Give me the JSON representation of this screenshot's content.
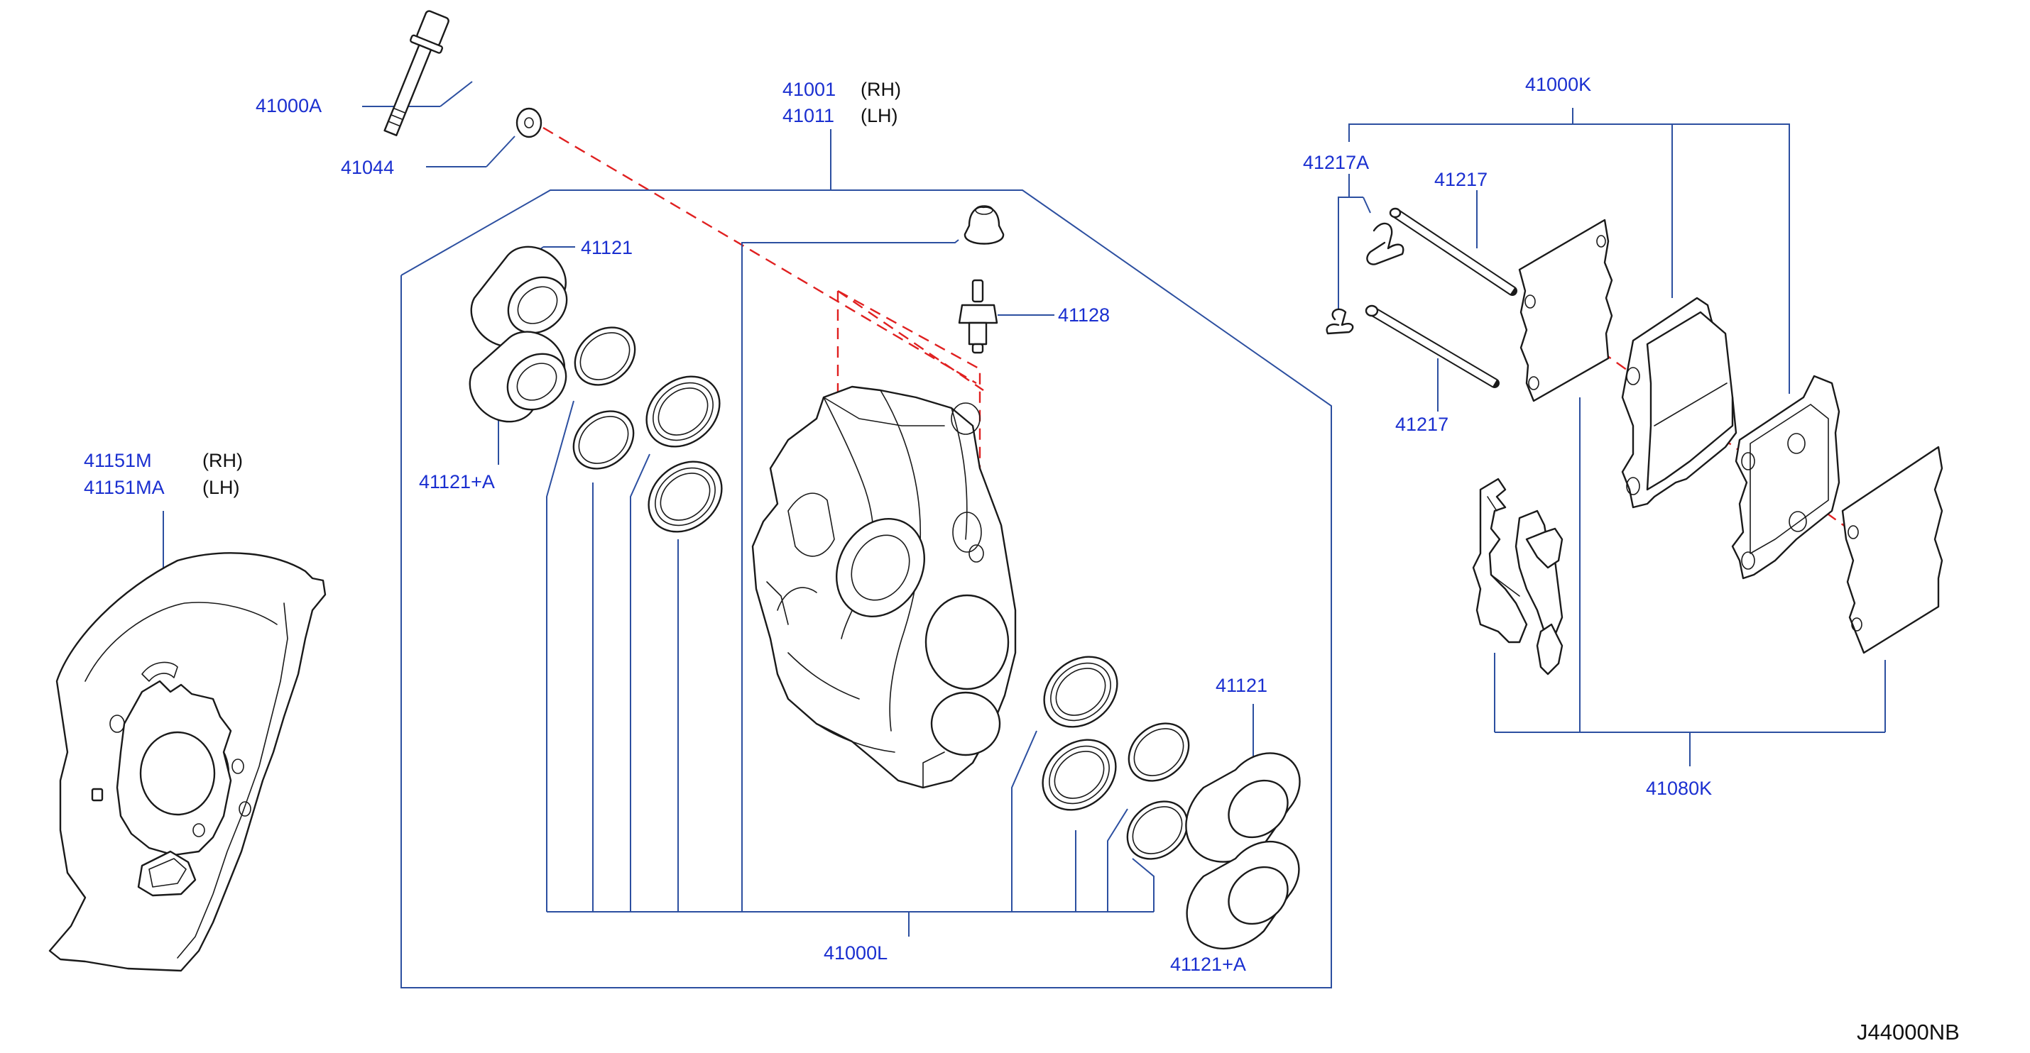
{
  "callouts": {
    "bolt": "41000A",
    "washer": "41044",
    "caliper_rh": "41001",
    "caliper_rh_side": "(RH)",
    "caliper_lh": "41011",
    "caliper_lh_side": "(LH)",
    "piston_upper": "41121",
    "piston_upper_a": "41121+A",
    "bleeder": "41128",
    "seal_kit": "41000L",
    "piston_lower": "41121",
    "piston_lower_a": "41121+A",
    "shield_rh": "41151M",
    "shield_rh_side": "(RH)",
    "shield_lh": "41151MA",
    "shield_lh_side": "(LH)",
    "pad_kit": "41000K",
    "clip": "41217A",
    "pin_upper": "41217",
    "pin_lower": "41217",
    "shim_kit": "41080K"
  },
  "diagram_code": "J44000NB",
  "colors": {
    "part_number": "#1a2fd0",
    "leader_line": "#2c4fa0",
    "alignment_dash": "#e02020",
    "outline": "#1a1a1a"
  }
}
